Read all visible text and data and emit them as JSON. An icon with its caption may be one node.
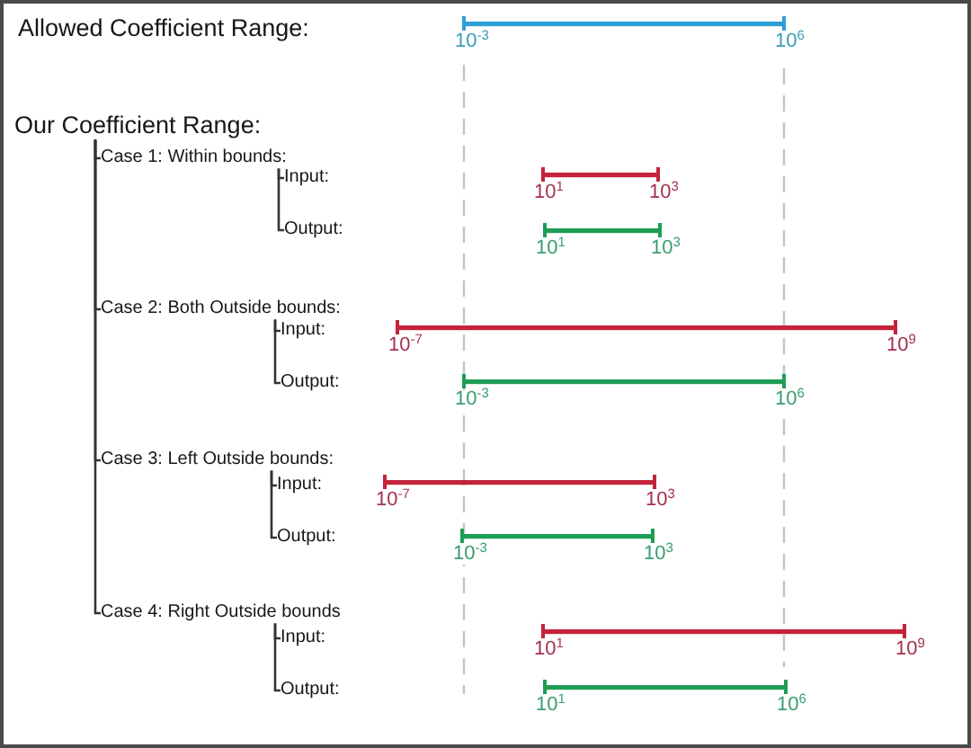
{
  "diagram": {
    "nodes": [
      {
        "text": [],
        "shape": "bar",
        "beside": [
          "10$^{-3}$",
          "10$^{6}$"
        ]
      },
      {
        "text": [
          "Our Coefficient Range:"
        ]
      },
      {
        "text": [
          "Case 1: Within bounds:"
        ]
      },
      {
        "text": [
          "Input:"
        ]
      },
      {
        "text": [],
        "shape": "bar",
        "beside": [
          "10$^{1}$",
          "10$^{3}$"
        ]
      },
      {
        "text": [
          "Output:"
        ]
      },
      {
        "text": [],
        "shape": "bar",
        "beside": [
          "10$^{1}$",
          "10$^{3}$"
        ]
      },
      {
        "text": [
          "Case 2: Both Outside bounds:"
        ]
      },
      {
        "text": [
          "Input:"
        ]
      },
      {
        "text": [],
        "shape": "bar",
        "beside": [
          "10$^{-7}$",
          "10$^{9}$"
        ]
      },
      {
        "text": [
          "Output:"
        ]
      },
      {
        "text": [],
        "shape": "bar",
        "beside": [
          "10$^{-3}$",
          "10$^{6}$"
        ]
      },
      {
        "text": [
          "Case 3: Left Outside bounds:"
        ]
      },
      {
        "text": [
          "Input:"
        ]
      },
      {
        "text": [],
        "shape": "bar",
        "beside": [
          "10$^{-7}$",
          "10$^{3}$"
        ]
      },
      {
        "text": [
          "Output:"
        ]
      },
      {
        "text": [],
        "shape": "bar",
        "beside": [
          "10$^{-3}$",
          "10$^{3}$"
        ]
      },
      {
        "text": [
          "Case 4: Right Outside bounds"
        ]
      },
      {
        "text": [
          "Input:"
        ]
      },
      {
        "text": [],
        "shape": "bar",
        "beside": [
          "10$^{1}$",
          "10$^{9}$"
        ]
      },
      {
        "text": [
          "Output:"
        ]
      },
      {
        "text": [],
        "shape": "bar",
        "beside": [
          "10$^{1}$",
          "10$^{6}$"
        ]
      }
    ],
    "edges": [
      {
        "from": 1,
        "to": 2,
        "arrow": "none"
      },
      {
        "from": 1,
        "to": 7,
        "arrow": "none"
      },
      {
        "from": 1,
        "to": 12,
        "arrow": "none"
      },
      {
        "from": 1,
        "to": 17,
        "arrow": "none"
      },
      {
        "from": 2,
        "to": 3,
        "arrow": "none"
      },
      {
        "from": 2,
        "to": 5,
        "arrow": "none"
      },
      {
        "from": 7,
        "to": 8,
        "arrow": "none"
      },
      {
        "from": 7,
        "to": 10,
        "arrow": "none"
      },
      {
        "from": 12,
        "to": 13,
        "arrow": "none"
      },
      {
        "from": 12,
        "to": 15,
        "arrow": "none"
      },
      {
        "from": 17,
        "to": 18,
        "arrow": "none"
      },
      {
        "from": 17,
        "to": 20,
        "arrow": "none"
      }
    ],
    "labels": [
      "Allowed Coefficient Range:"
    ]
  }
}
